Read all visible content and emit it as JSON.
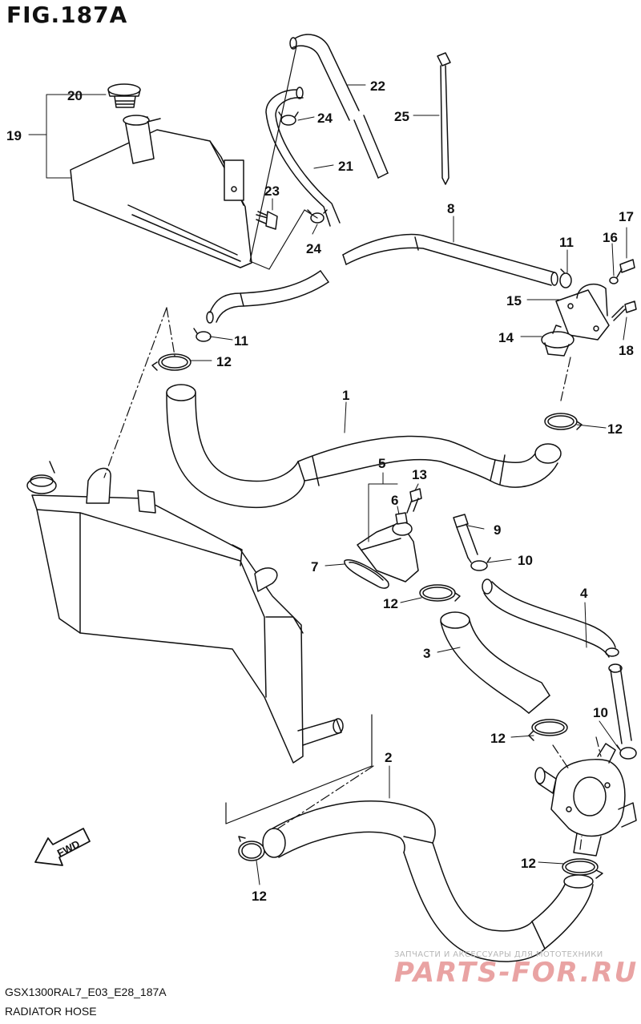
{
  "figure": {
    "title": "FIG.187A"
  },
  "footer": {
    "code": "GSX1300RAL7_E03_E28_187A",
    "name": "RADIATOR HOSE"
  },
  "watermark": {
    "line1": "ЗАПЧАСТИ И АКСЕССУАРЫ ДЛЯ МОТОТЕХНИКИ",
    "line2": "PARTS-FOR.RU"
  },
  "fwd": {
    "label": "FWD"
  },
  "callouts": {
    "p1": "1",
    "p2": "2",
    "p3": "3",
    "p4": "4",
    "p5": "5",
    "p6": "6",
    "p7": "7",
    "p8": "8",
    "p9": "9",
    "p10a": "10",
    "p10b": "10",
    "p11a": "11",
    "p11b": "11",
    "p12a": "12",
    "p12b": "12",
    "p12c": "12",
    "p12d": "12",
    "p12e": "12",
    "p12f": "12",
    "p13": "13",
    "p14": "14",
    "p15": "15",
    "p16": "16",
    "p17": "17",
    "p18": "18",
    "p19": "19",
    "p20": "20",
    "p21": "21",
    "p22": "22",
    "p23": "23",
    "p24a": "24",
    "p24b": "24",
    "p25": "25"
  }
}
